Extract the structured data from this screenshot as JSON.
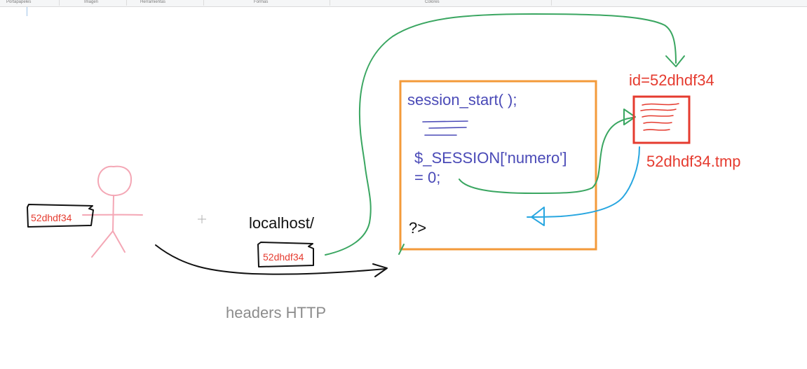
{
  "ribbon": {
    "groups": [
      "Portapapeles",
      "Imagen",
      "Herramientas",
      "Formas",
      "Colores"
    ]
  },
  "diagram": {
    "user_token": "52dhdf34",
    "request_url": "localhost/",
    "request_token": "52dhdf34",
    "headers_label": "headers HTTP",
    "code_line1": "session_start( );",
    "code_line2": "$_SESSION['numero']",
    "code_line3": "= 0;",
    "code_line4": "?>",
    "session_id_label": "id=52dhdf34",
    "session_file_label": "52dhdf34.tmp"
  },
  "colors": {
    "orange_box": "#f39a3a",
    "red_file": "#e53b2f",
    "code_blue": "#4a4ab7",
    "green_arrow": "#3aa661",
    "blue_arrow": "#27a6e0",
    "stick_figure": "#f4a7b5"
  }
}
